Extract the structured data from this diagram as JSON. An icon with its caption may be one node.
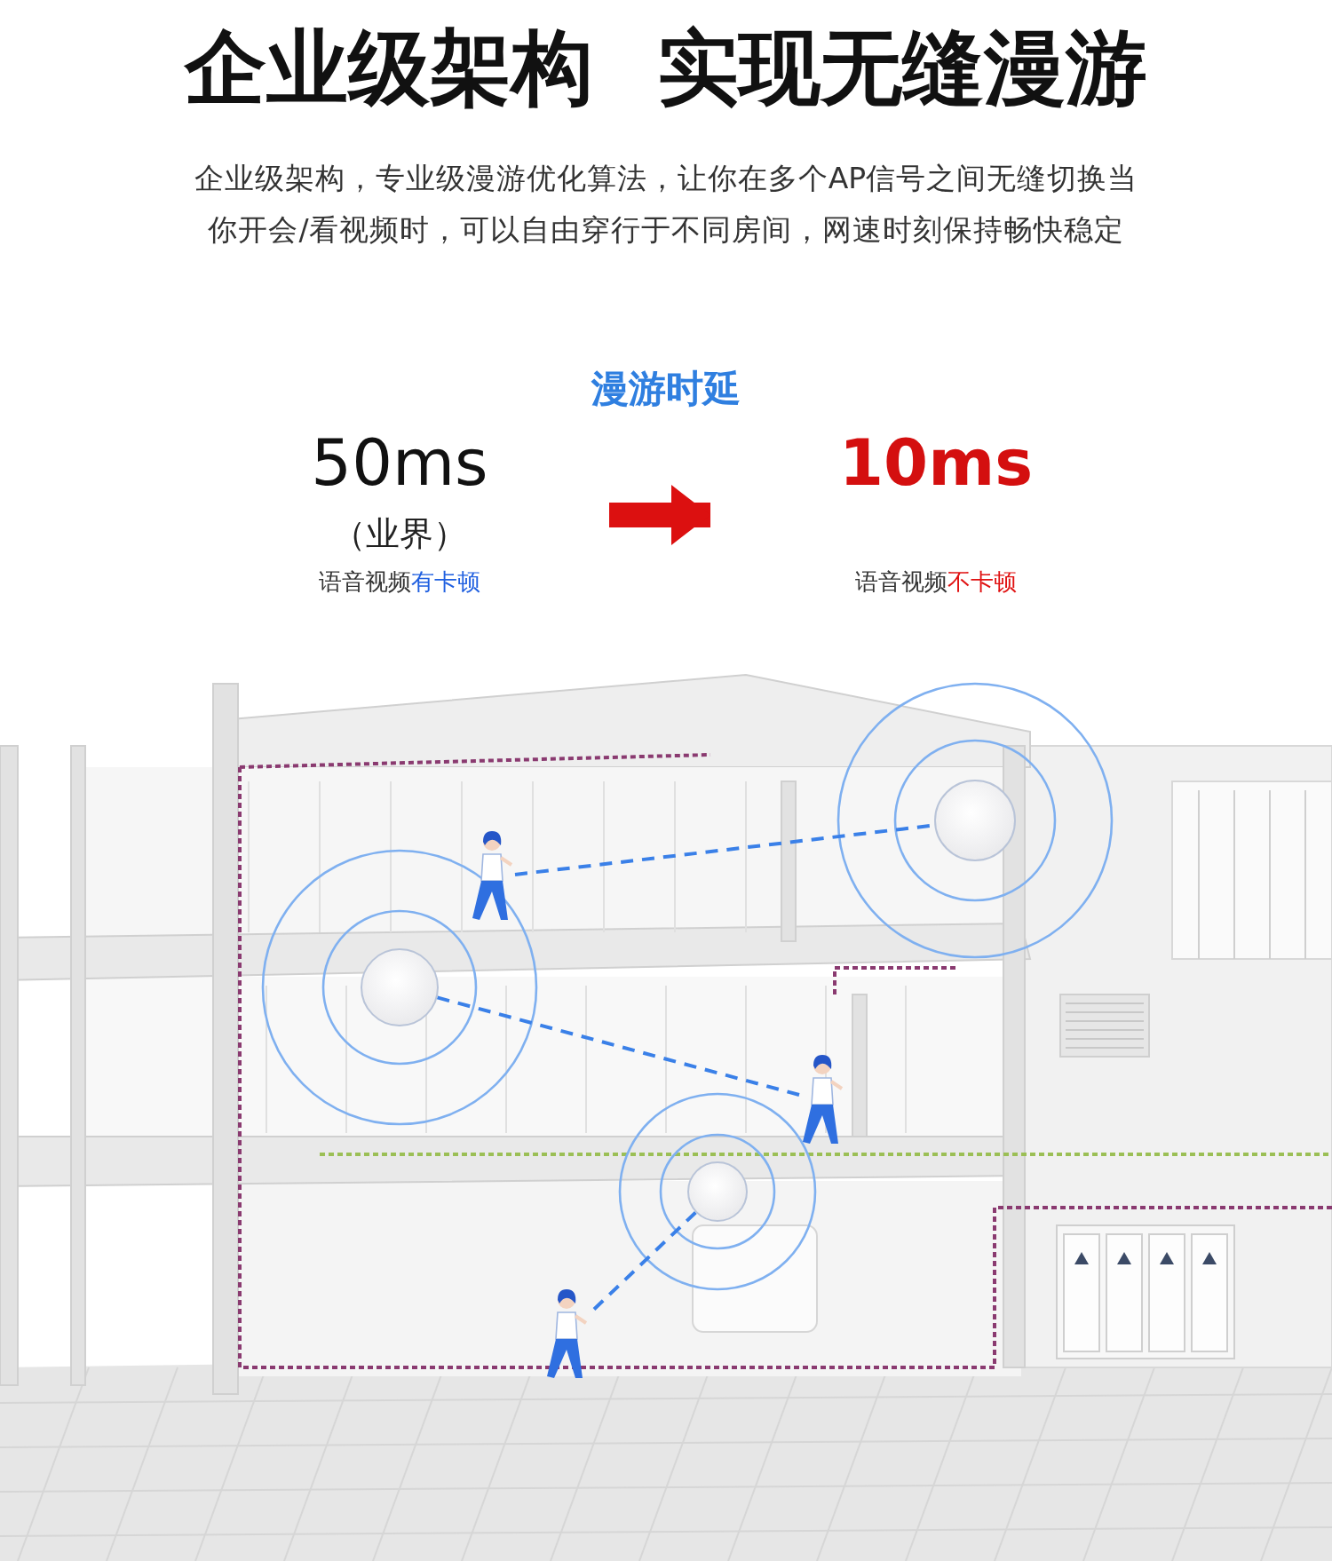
{
  "diagram": {
    "title": "企业级架构 实现无缝漫游",
    "nodes": [
      {
        "text": [
          "50ms",
          "（业界）",
          "语音视频**有卡顿**"
        ]
      },
      {
        "text": [
          "10ms",
          "语音视频**不卡顿**"
        ]
      },
      {
        "text": [],
        "shape": "circle"
      },
      {
        "text": [],
        "shape": "person"
      },
      {
        "text": [],
        "shape": "circle"
      },
      {
        "text": [],
        "shape": "person"
      },
      {
        "text": [],
        "shape": "circle"
      },
      {
        "text": [],
        "shape": "person"
      }
    ],
    "edges": [
      {
        "from": 0,
        "to": 1,
        "arrow": "to",
        "style": "thick",
        "color": "#dc1010"
      },
      {
        "from": 3,
        "to": 2,
        "arrow": "none",
        "style": "dashed"
      },
      {
        "from": 4,
        "to": 5,
        "arrow": "none",
        "style": "dashed"
      },
      {
        "from": 6,
        "to": 7,
        "arrow": "none",
        "style": "dashed"
      }
    ],
    "labels": [
      "企业级架构，专业级漫游优化算法，让你在多个AP信号之间无缝切换当你开会/看视频时，可以自由穿行于不同房间，网速时刻保持畅快稳定",
      "漫游时延"
    ]
  }
}
